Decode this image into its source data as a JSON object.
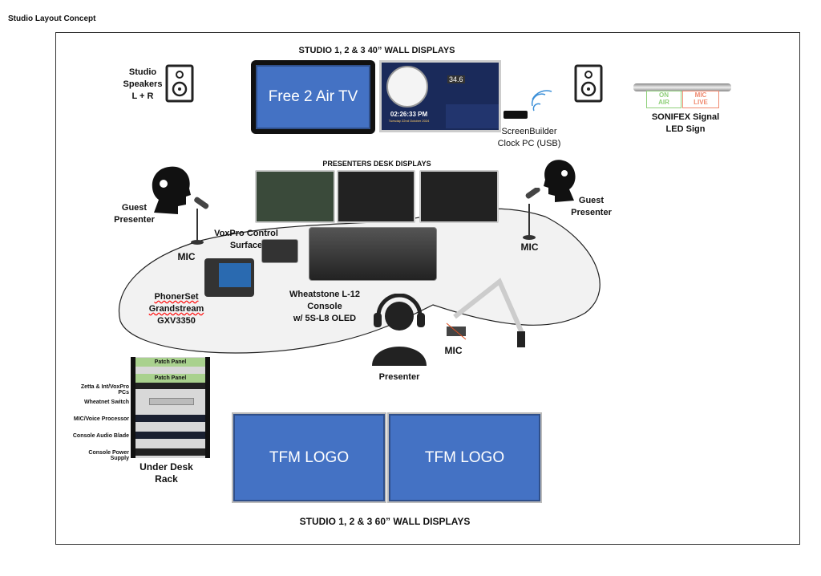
{
  "page_title": "Studio Layout Concept",
  "wall_displays_40": {
    "heading": "STUDIO 1, 2 & 3 40” WALL DISPLAYS",
    "tv_label": "Free 2 Air TV",
    "clock_time": "02:26:33 PM",
    "clock_date": "Tuesday 22nd October 2024",
    "clock_temp": "34.6",
    "clock_pc_label": [
      "ScreenBuilder",
      "Clock PC (USB)"
    ]
  },
  "speakers": {
    "label": [
      "Studio",
      "Speakers",
      "L + R"
    ]
  },
  "led_sign": {
    "label": [
      "SONIFEX Signal",
      "LED Sign"
    ],
    "left_text": [
      "ON",
      "AIR"
    ],
    "right_text": [
      "MIC",
      "LIVE"
    ],
    "left_color": "#8fd07a",
    "right_color": "#f08a70"
  },
  "desk": {
    "heading": "PRESENTERS DESK DISPLAYS",
    "guest_left": [
      "Guest",
      "Presenter"
    ],
    "guest_right": [
      "Guest",
      "Presenter"
    ],
    "mic_left": "MIC",
    "mic_right": "MIC",
    "mic_presenter": "MIC",
    "voxpro": [
      "VoxPro Control",
      "Surface"
    ],
    "phone": [
      "PhonerSet",
      "Grandstream",
      "GXV3350"
    ],
    "console": [
      "Wheatstone L-12 Console",
      "w/ 5S-L8 OLED"
    ],
    "presenter": "Presenter"
  },
  "rack": {
    "label": [
      "Under Desk",
      "Rack"
    ],
    "panels": [
      "Patch Panel",
      "Patch Panel"
    ],
    "rows": [
      "Zetta & Int/VoxPro PCs",
      "Wheatnet Switch",
      "MIC/Voice Processor",
      "Console Audio Blade",
      "Console Power Supply"
    ]
  },
  "wall_displays_60": {
    "heading": "STUDIO 1, 2 & 3 60” WALL DISPLAYS",
    "left": "TFM LOGO",
    "right": "TFM LOGO"
  },
  "colors": {
    "display_blue": "#4472c4",
    "floor": "#f2f2f2",
    "patch_green": "#a9d18e"
  }
}
